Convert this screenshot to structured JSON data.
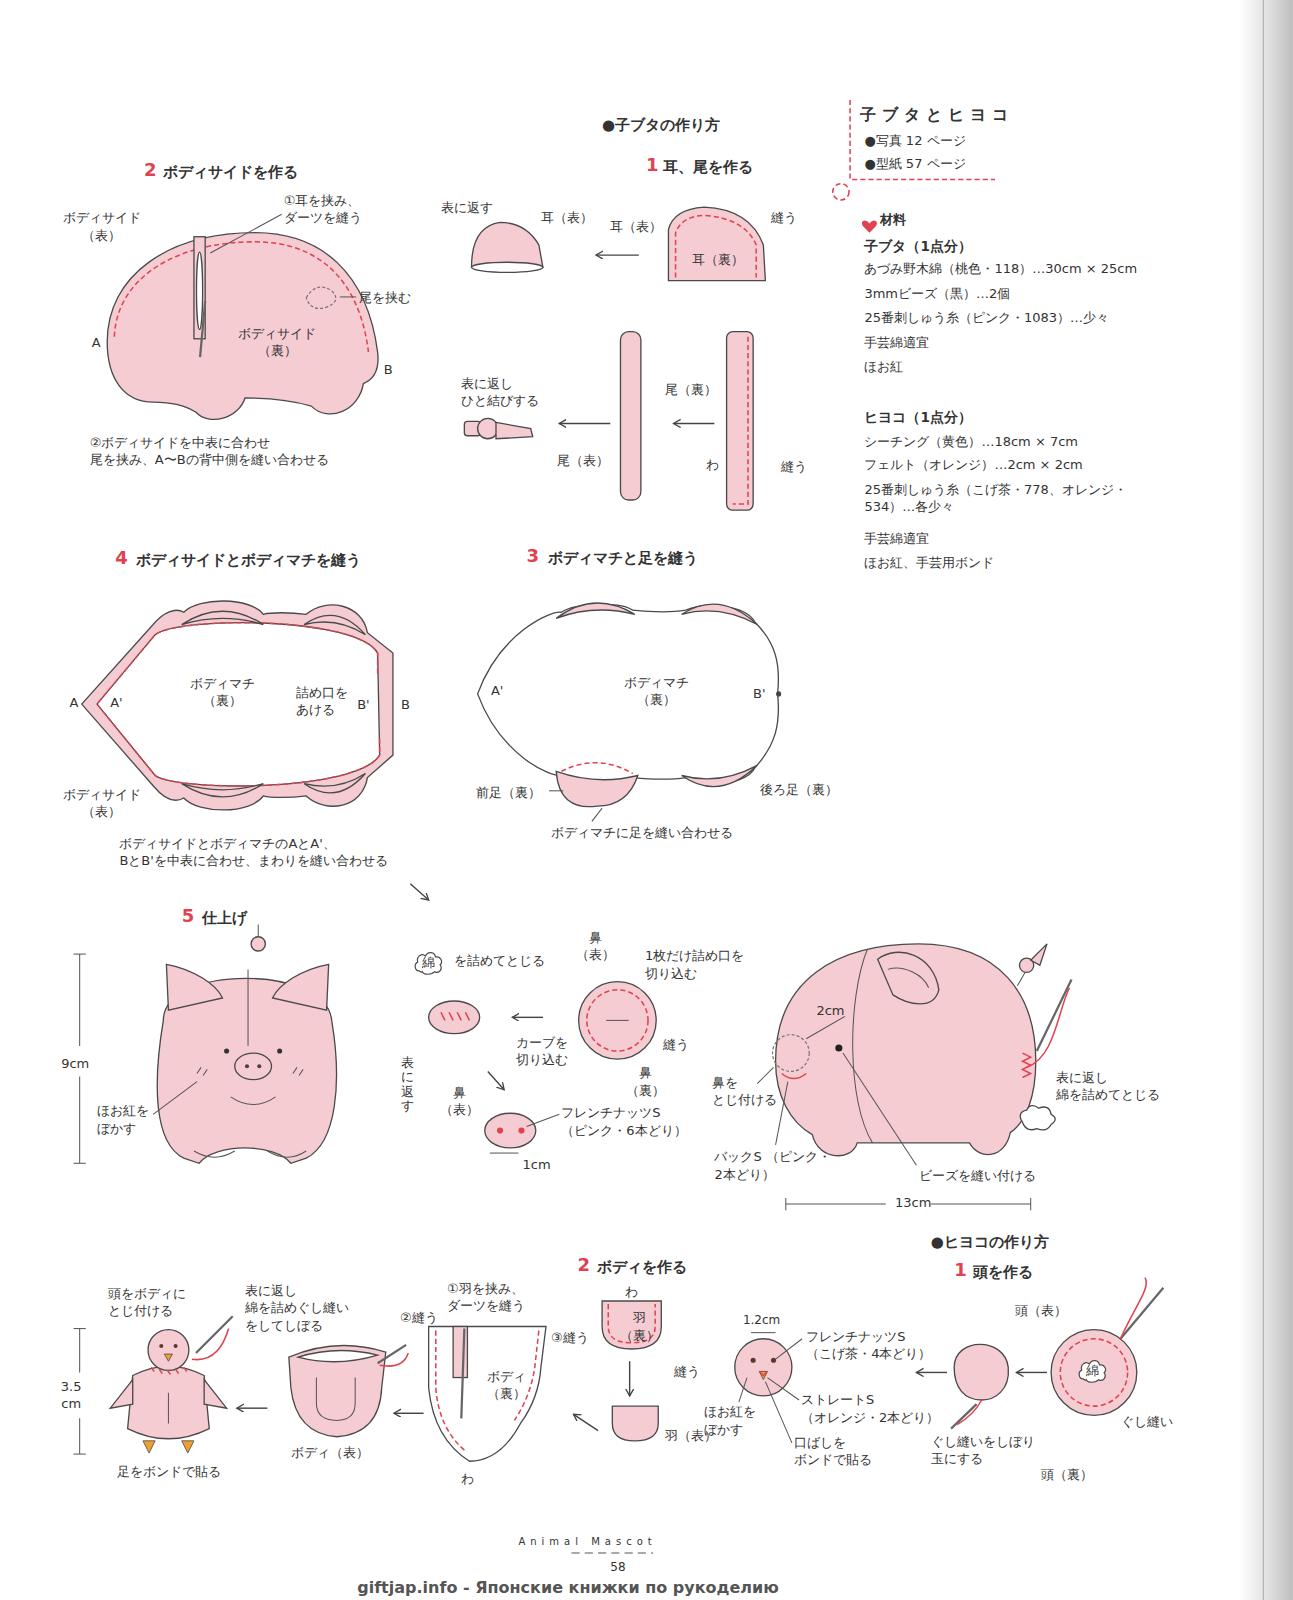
{
  "diagram": {
    "title": "子ブタとヒヨコ",
    "nodes": [
      {
        "text": [
          "綿"
        ]
      },
      {
        "text": [
          "綿"
        ]
      }
    ],
    "labels": [
      "●写真 12 ページ",
      "●型紙 57 ページ",
      "材料",
      "子ブタ（1点分）",
      "あづみ野木綿（桃色・118）…30cm × 25cm",
      "3mmビーズ（黒）…2個",
      "25番刺しゅう糸（ピンク・1083）…少々",
      "手芸綿適宜",
      "ほお紅",
      "ヒヨコ（1点分）",
      "シーチング（黄色）…18cm × 7cm",
      "フェルト（オレンジ）…2cm × 2cm",
      "25番刺しゅう糸（こげ茶・778、オレンジ・ 534）…各少々",
      "手芸綿適宜",
      "ほお紅、手芸用ボンド",
      "●子ブタの作り方",
      "1",
      "耳、尾を作る",
      "2",
      "ボディサイドを作る",
      "①耳を挟み、 ダーツを縫う",
      "ボディサイド （表）",
      "尾を挟む",
      "ボディサイド （裏）",
      "A",
      "B",
      "②ボディサイドを中表に合わせ 尾を挟み、A〜Bの背中側を縫い合わせる",
      "表に返す",
      "耳（表）",
      "耳（表）",
      "縫う",
      "耳（裏）",
      "表に返し ひと結びする",
      "尾（裏）",
      "尾（表）",
      "わ",
      "縫う",
      "4",
      "ボディサイドとボディマチを縫う",
      "3",
      "ボディマチと足を縫う",
      "A",
      "A'",
      "ボディマチ （裏）",
      "詰め口を あける",
      "B'",
      "B",
      "ボディサイド （表）",
      "ボディサイドとボディマチのAとA'、 BとB'を中表に合わせ、まわりを縫い合わせる",
      "A'",
      "ボディマチ （裏）",
      "B'",
      "前足（裏）",
      "後ろ足（裏）",
      "ボディマチに足を縫い合わせる",
      "5",
      "仕上げ",
      "9cm",
      "ほお紅を ぼかす",
      "を詰めてとじる",
      "表に返す",
      "鼻 （表）",
      "鼻 （表）",
      "1枚だけ詰め口を 切り込む",
      "縫う",
      "カーブを 切り込む",
      "鼻 （裏）",
      "フレンチナッツS （ピンク・6本どり）",
      "1cm",
      "2cm",
      "鼻を とじ付ける",
      "バックS （ピンク・2本どり）",
      "ビーズを縫い付ける",
      "13cm",
      "表に返し 綿を詰めてとじる",
      "●ヒヨコの作り方",
      "1",
      "頭を作る",
      "2",
      "ボディを作る",
      "頭（表）",
      "ぐし縫い",
      "ぐし縫いをしぼり 玉にする",
      "頭（裏）",
      "1.2cm",
      "フレンチナッツS （こげ茶・4本どり）",
      "ストレートS （オレンジ・2本どり）",
      "ほお紅を ぼかす",
      "口ばしを ボンドで貼る",
      "わ",
      "羽 （裏）",
      "縫う",
      "羽（表）",
      "①羽を挟み、 ダーツを縫う",
      "②縫う",
      "③縫う",
      "ボディ （裏）",
      "わ",
      "ボディ（表）",
      "表に返し 綿を詰めぐし縫い をしてしぼる",
      "頭をボディに とじ付ける",
      "3.5 cm",
      "足をボンドで貼る",
      "Animal Mascot",
      "58",
      "giftjap.info - Японские книжки по рукоделию"
    ]
  }
}
